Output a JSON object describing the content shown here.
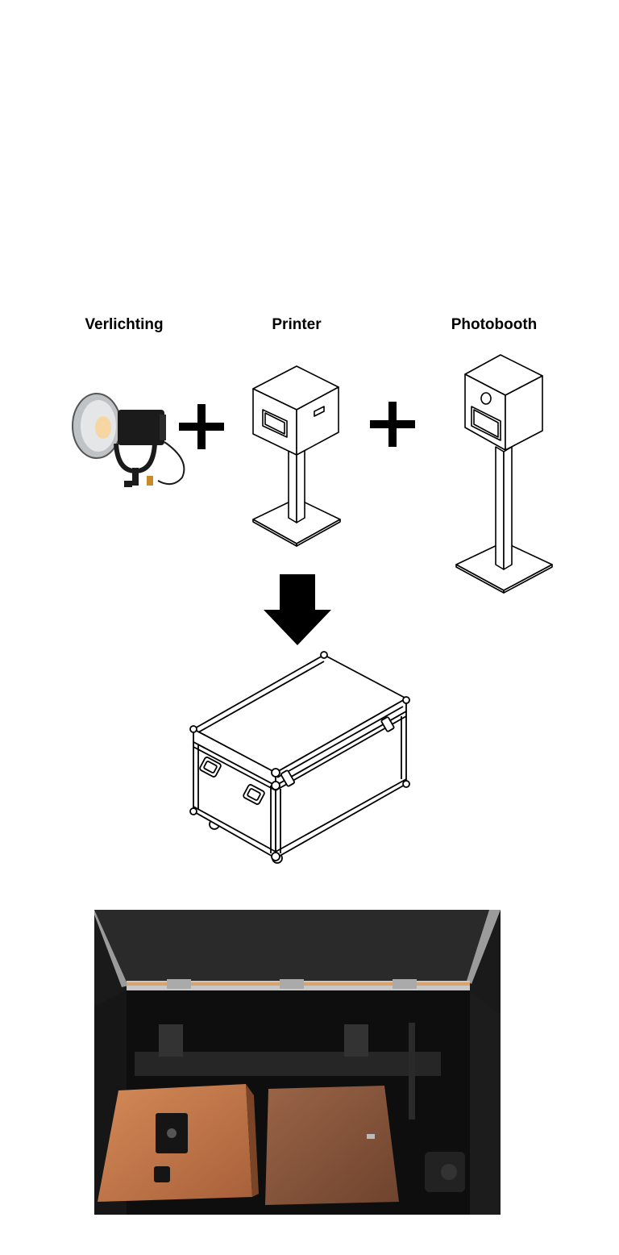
{
  "labels": {
    "lighting": "Verlichting",
    "printer": "Printer",
    "photobooth": "Photobooth"
  },
  "colors": {
    "line": "#000000",
    "background": "#ffffff",
    "wood_light": "#c9794a",
    "wood_dark": "#8a5436",
    "case_interior": "#111111"
  },
  "icons": [
    "studio-light",
    "plus-icon",
    "printer-stand",
    "photobooth-stand",
    "arrow-down-icon",
    "flight-case",
    "case-photo"
  ]
}
